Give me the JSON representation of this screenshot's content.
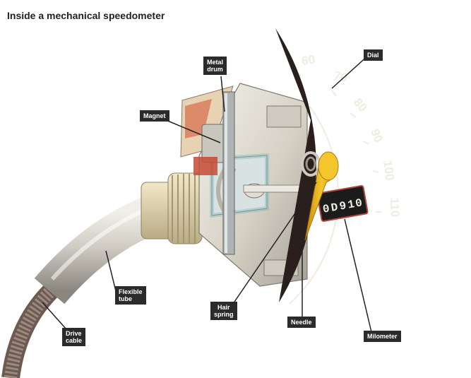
{
  "title": "Inside a mechanical speedometer",
  "dial_numbers": [
    "60",
    "70",
    "80",
    "90",
    "100",
    "110"
  ],
  "odometer_digits": [
    "0",
    "D",
    "9",
    "1",
    "0"
  ],
  "labels": {
    "metal_drum": "Metal\ndrum",
    "magnet": "Magnet",
    "dial": "Dial",
    "flexible_tube": "Flexible\ntube",
    "hair_spring": "Hair\nspring",
    "needle": "Needle",
    "milometer": "Milometer",
    "drive_cable": "Drive\ncable"
  },
  "colors": {
    "dial_face": "#2a1f1c",
    "needle": "#e9b51a",
    "label_bg": "#2b2b2b",
    "odometer_bg": "#1c1c1c",
    "odometer_accent": "#b2433a"
  }
}
